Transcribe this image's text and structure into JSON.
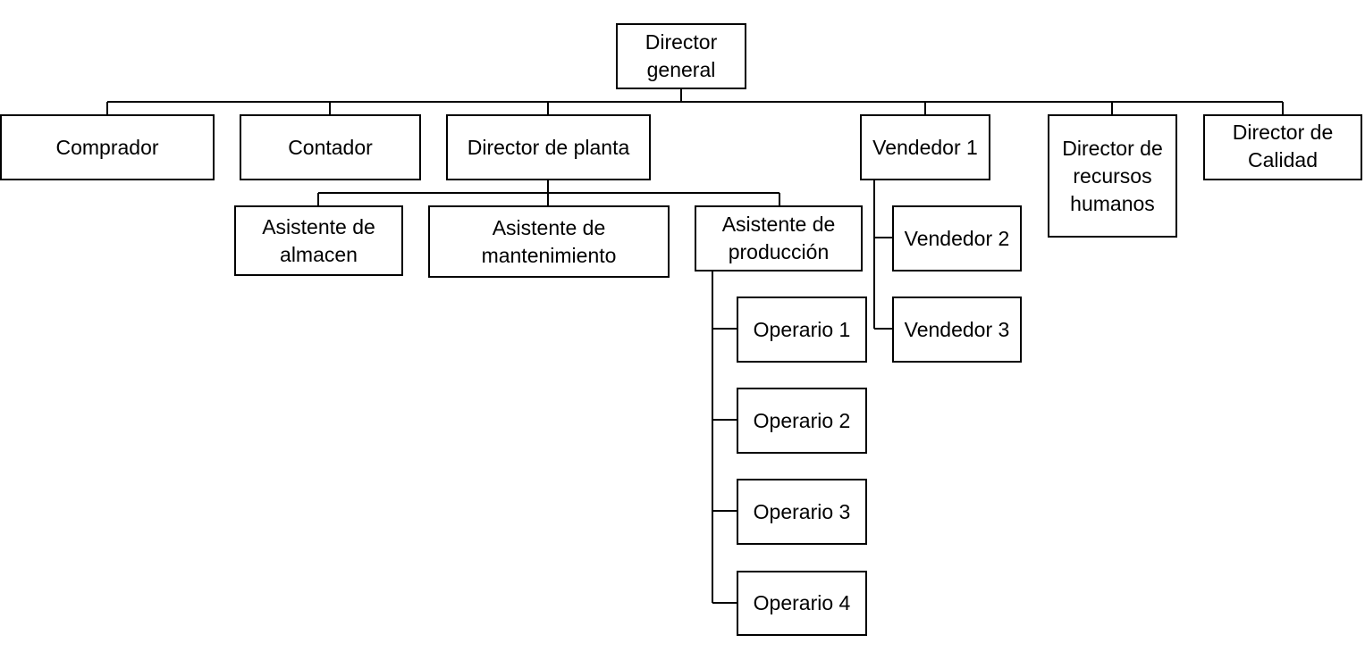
{
  "diagram": {
    "colors": {
      "stroke": "#000000",
      "fill": "#ffffff",
      "text": "#000000"
    },
    "nodes": {
      "director_general": "Director\ngeneral",
      "comprador": "Comprador",
      "contador": "Contador",
      "director_planta": "Director de planta",
      "vendedor_1": "Vendedor 1",
      "director_rrhh": "Director de\nrecursos\nhumanos",
      "director_calidad": "Director de\nCalidad",
      "asistente_almacen": "Asistente de\nalmacen",
      "asistente_mantenimiento": "Asistente de\nmantenimiento",
      "asistente_produccion": "Asistente de\nproducción",
      "vendedor_2": "Vendedor 2",
      "vendedor_3": "Vendedor 3",
      "operario_1": "Operario 1",
      "operario_2": "Operario 2",
      "operario_3": "Operario 3",
      "operario_4": "Operario 4"
    }
  }
}
